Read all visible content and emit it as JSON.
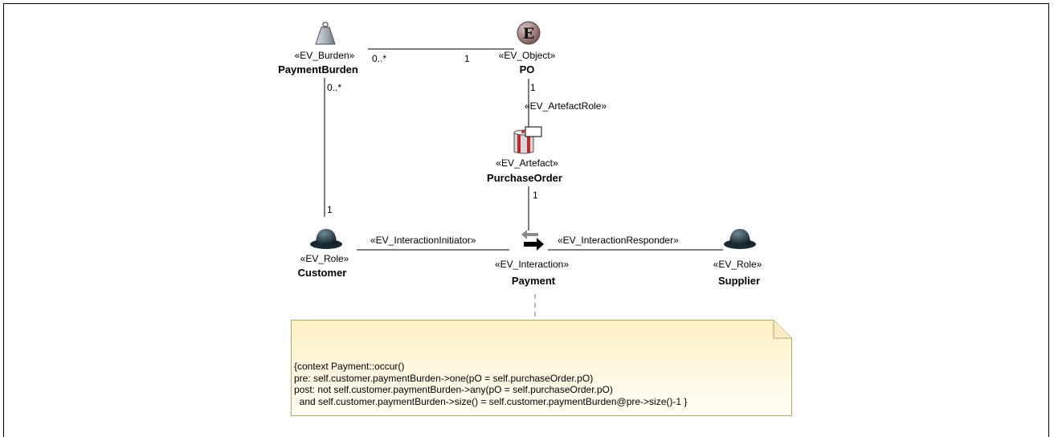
{
  "elements": {
    "payment_burden": {
      "stereotype": "«EV_Burden»",
      "name": "PaymentBurden"
    },
    "po": {
      "stereotype": "«EV_Object»",
      "name": "PO"
    },
    "purchase_order": {
      "stereotype": "«EV_Artefact»",
      "name": "PurchaseOrder"
    },
    "customer": {
      "stereotype": "«EV_Role»",
      "name": "Customer"
    },
    "payment": {
      "stereotype": "«EV_Interaction»",
      "name": "Payment"
    },
    "supplier": {
      "stereotype": "«EV_Role»",
      "name": "Supplier"
    }
  },
  "associations": {
    "burden_po": {
      "source_mult": "0..*",
      "target_mult": "1"
    },
    "po_artefact": {
      "source_mult": "1",
      "stereotype": "«EV_ArtefactRole»"
    },
    "artefact_payment": {
      "source_mult": "1"
    },
    "burden_customer": {
      "source_mult": "0..*",
      "target_mult": "1"
    },
    "customer_payment": {
      "stereotype": "«EV_InteractionInitiator»"
    },
    "payment_supplier": {
      "stereotype": "«EV_InteractionResponder»"
    }
  },
  "note": {
    "lines": [
      "{context Payment::occur()",
      "pre: self.customer.paymentBurden->one(pO = self.purchaseOrder.pO)",
      "post: not self.customer.paymentBurden->any(pO = self.purchaseOrder.pO)",
      "  and self.customer.paymentBurden->size() = self.customer.paymentBurden@pre->size()-1 }"
    ]
  },
  "icons": {
    "burden": "weight-icon",
    "object": "entity-e-icon",
    "artefact": "artefact-icon",
    "role": "bowler-hat-icon",
    "interaction": "interaction-arrows-icon"
  },
  "colors": {
    "note_fill_top": "#fdf3c8",
    "note_fill_bottom": "#fffcf0",
    "note_border": "#b8a56a",
    "entity_circle": "#8d6e6a"
  }
}
